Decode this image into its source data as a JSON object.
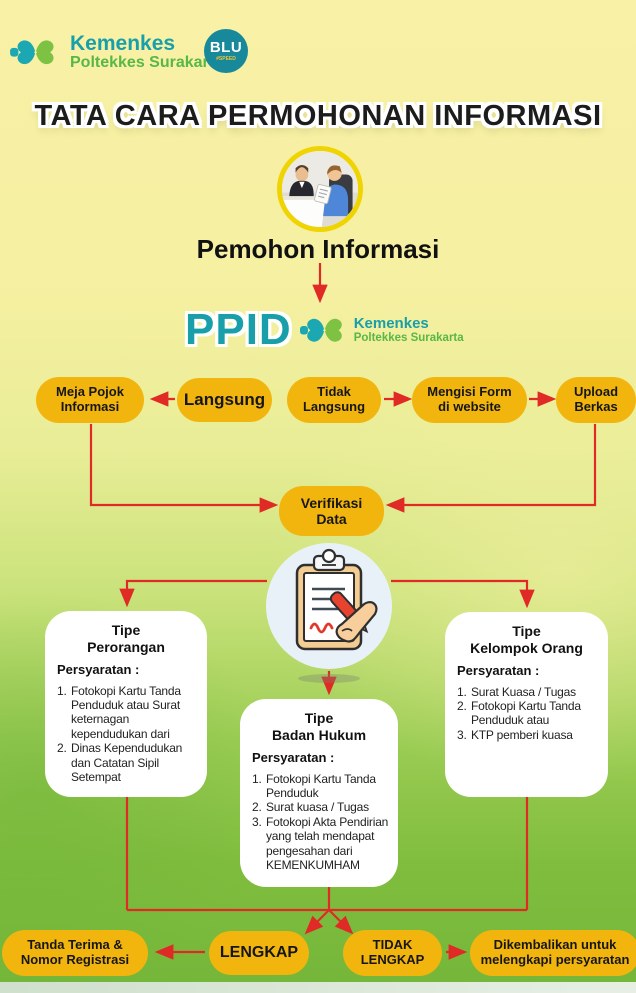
{
  "colors": {
    "pill_yellow": "#F2B50E",
    "arrow_red": "#E02A25",
    "brand_teal": "#189FA9",
    "brand_green": "#58B747",
    "photo_ring_yellow": "#EFD402",
    "box_white": "#FFFFFF"
  },
  "header": {
    "kemenkes": {
      "name": "Kemenkes",
      "sub": "Poltekkes Surakarta"
    },
    "blu": {
      "label": "BLU",
      "sub": "#SPEED"
    },
    "title": "TATA CARA PERMOHONAN INFORMASI"
  },
  "flow": {
    "applicant": "Pemohon Informasi",
    "ppid": "PPID",
    "ppid_logo": {
      "name": "Kemenkes",
      "sub": "Poltekkes Surakarta"
    },
    "channels": [
      {
        "label": "Meja Pojok\nInformasi"
      },
      {
        "label": "Langsung"
      },
      {
        "label": "Tidak\nLangsung"
      },
      {
        "label": "Mengisi Form\ndi website"
      },
      {
        "label": "Upload\nBerkas"
      }
    ],
    "verification": "Verifikasi\nData"
  },
  "types": [
    {
      "title": "Tipe\nPerorangan",
      "req_label": "Persyaratan :",
      "items": [
        "Fotokopi Kartu Tanda Penduduk atau Surat keternagan kependudukan dari",
        "Dinas Kependudukan dan Catatan Sipil Setempat"
      ]
    },
    {
      "title": "Tipe\nBadan Hukum",
      "req_label": "Persyaratan :",
      "items": [
        "Fotokopi Kartu Tanda Penduduk",
        "Surat kuasa / Tugas",
        "Fotokopi Akta Pendirian yang telah mendapat pengesahan dari KEMENKUMHAM"
      ]
    },
    {
      "title": "Tipe\nKelompok Orang",
      "req_label": "Persyaratan :",
      "items": [
        "Surat Kuasa / Tugas",
        "Fotokopi Kartu Tanda Penduduk atau",
        "KTP pemberi kuasa"
      ]
    }
  ],
  "outcomes": {
    "receipt": "Tanda Terima &\nNomor Registrasi",
    "complete": "LENGKAP",
    "incomplete": "TIDAK\nLENGKAP",
    "returned": "Dikembalikan untuk\nmelengkapi persyaratan"
  }
}
